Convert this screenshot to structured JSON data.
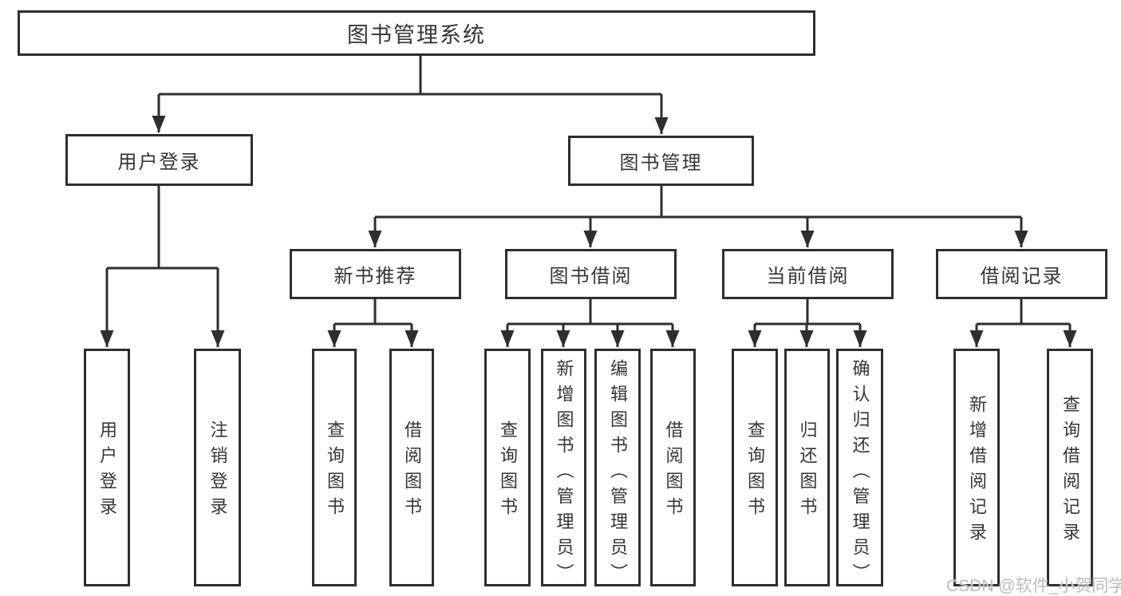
{
  "diagram": {
    "root": {
      "label": "图书管理系统"
    },
    "user_login": {
      "label": "用户登录"
    },
    "book_management": {
      "label": "图书管理"
    },
    "new_book_recommend": {
      "label": "新书推荐"
    },
    "book_borrowing": {
      "label": "图书借阅"
    },
    "current_borrowing": {
      "label": "当前借阅"
    },
    "borrowing_records": {
      "label": "借阅记录"
    },
    "leaves": {
      "user_login": "用户登录",
      "logout": "注销登录",
      "nb_query_books": "查询图书",
      "nb_borrow_books": "借阅图书",
      "bb_query_books": "查询图书",
      "bb_add_books": "新增图书（管理员）",
      "bb_edit_books": "编辑图书（管理员）",
      "bb_borrow_books": "借阅图书",
      "cb_query_books": "查询图书",
      "cb_return_books": "归还图书",
      "cb_confirm_return": "确认归还（管理员）",
      "br_add_record": "新增借阅记录",
      "br_query_record": "查询借阅记录"
    }
  },
  "watermark": "CSDN @软件_小贺同学",
  "colors": {
    "line": "#2e2e2e",
    "text": "#363636",
    "watermark": "#b9bdc2",
    "background": "#ffffff"
  }
}
